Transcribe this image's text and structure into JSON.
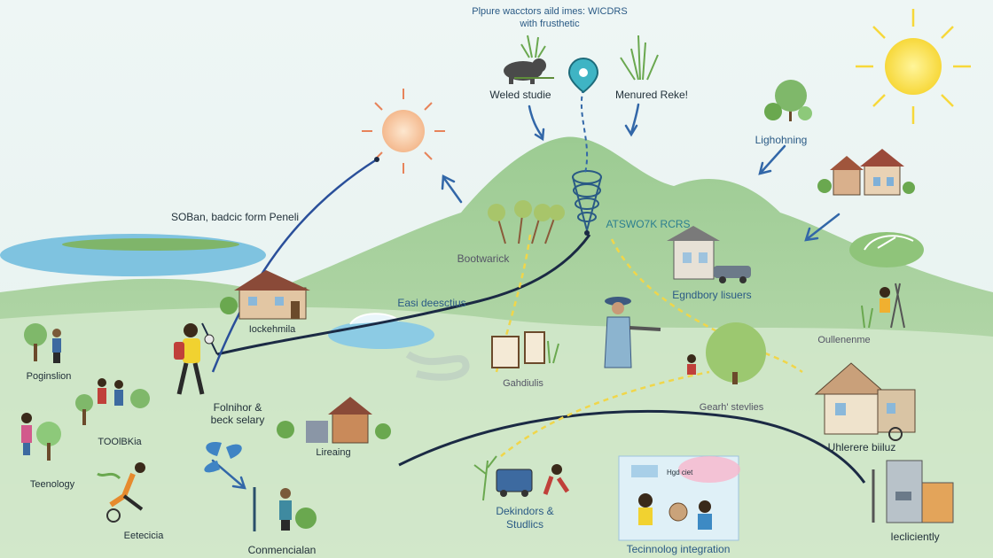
{
  "title": {
    "line1": "Plpure wacctors aild imes: WICDRS",
    "line2": "with frusthetic"
  },
  "labels": {
    "wetland": "Weled studie",
    "measured": "Menured Reke!",
    "lighting": "Lighohning",
    "urban": "SOBan, badcic form Peneli",
    "network": "ATSWO7K RCRS",
    "boatwatch": "Bootwarick",
    "east": "Easi deesctius",
    "engineering": "Egndbory lisuers",
    "village": "Iockehmila",
    "population": "Poginslion",
    "toolbox": "TOOlBKia",
    "technology": "Teenology",
    "fountain": "Folnihor &\nbeck selary",
    "learning": "Lireaing",
    "gallery": "Gahdiulis",
    "garden": "Gearh' stevlies",
    "outlook": "Oullenenme",
    "urbanbuild": "Uhlerere biiluz",
    "ecoculture": "Eetecicia",
    "connection": "Conmencialan",
    "students": "Dekindors &\nStudlics",
    "techint": "Tecinnolog integration",
    "factory": "Iecliciently",
    "screen": "Hgd ciet"
  },
  "colors": {
    "sky": "#eef6f4",
    "hill": "#a9cfa0",
    "hill_light": "#c7e2bd",
    "path_dark": "#1b2a44",
    "arrow_blue": "#3267a8",
    "dash_yellow": "#f0d64a",
    "sun": "#fbe24a"
  }
}
